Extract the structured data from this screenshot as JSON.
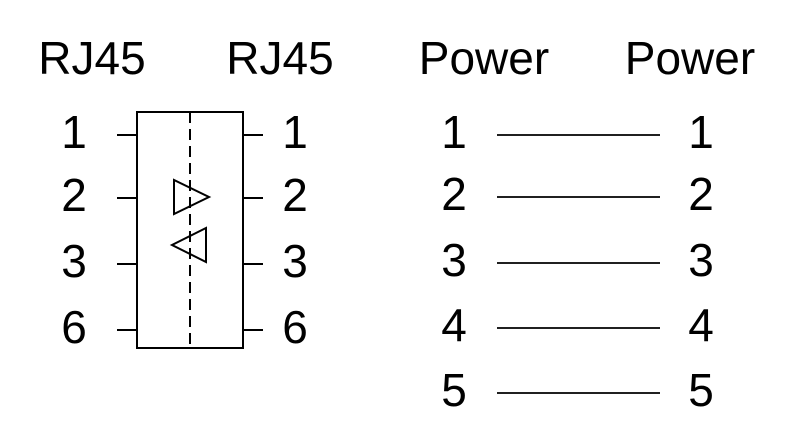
{
  "background": "#ffffff",
  "line_color": "#000000",
  "rj45_diagram": {
    "left_header": "RJ45",
    "right_header": "RJ45",
    "left_pins": [
      "1",
      "2",
      "3",
      "6"
    ],
    "right_pins": [
      "1",
      "2",
      "3",
      "6"
    ],
    "component": "crossover-box-with-buffers"
  },
  "power_diagram": {
    "left_header": "Power",
    "right_header": "Power",
    "left_pins": [
      "1",
      "2",
      "3",
      "4",
      "5"
    ],
    "right_pins": [
      "1",
      "2",
      "3",
      "4",
      "5"
    ]
  }
}
